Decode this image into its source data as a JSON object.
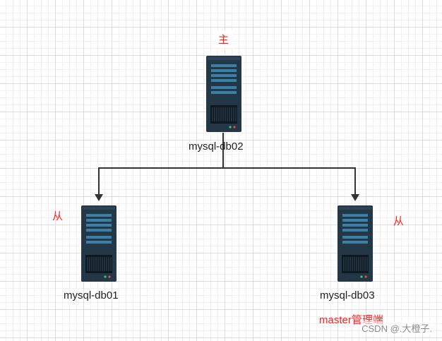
{
  "diagram": {
    "nodes": [
      {
        "id": "db02",
        "label": "mysql-db02",
        "role": "主"
      },
      {
        "id": "db01",
        "label": "mysql-db01",
        "role": "从"
      },
      {
        "id": "db03",
        "label": "mysql-db03",
        "role": "从",
        "note": "master管理端"
      }
    ],
    "edges": [
      {
        "from": "db02",
        "to": "db01"
      },
      {
        "from": "db02",
        "to": "db03"
      }
    ]
  },
  "watermark": "CSDN @.大橙子.",
  "colors": {
    "server_body": "#233746",
    "server_bar": "#3a7fa6",
    "role_text": "#ff2020",
    "connector": "#333333"
  },
  "icons": {
    "server": "server-rack-icon"
  }
}
